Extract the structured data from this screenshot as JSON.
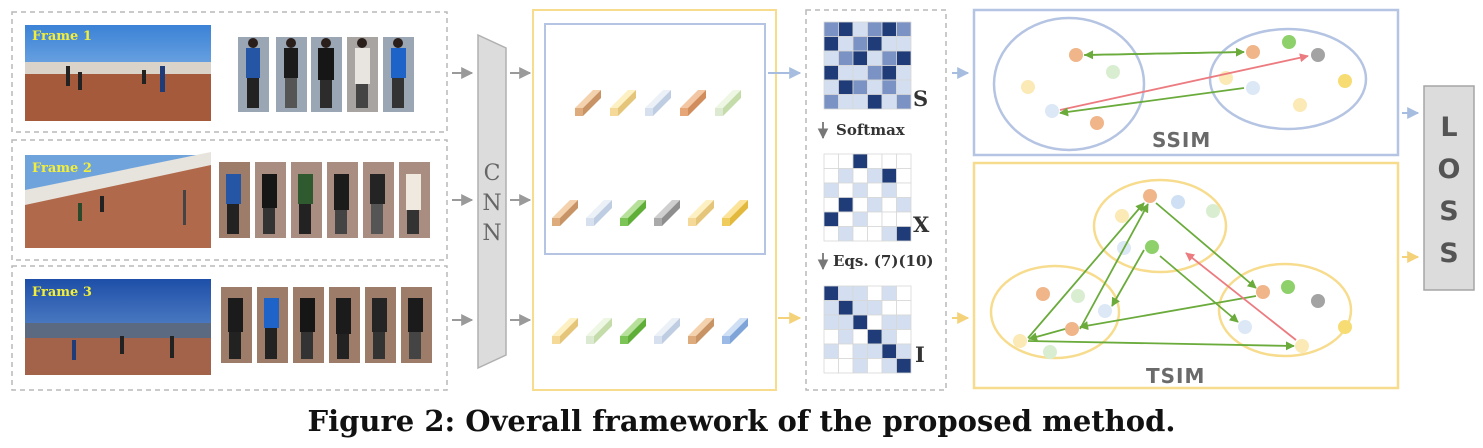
{
  "frames": [
    {
      "label": "Frame 1",
      "person_count": 5
    },
    {
      "label": "Frame 2",
      "person_count": 6
    },
    {
      "label": "Frame 3",
      "person_count": 6
    }
  ],
  "cnn": {
    "letters": [
      "C",
      "N",
      "N"
    ]
  },
  "matrices": {
    "s_label": "S",
    "softmax_label": "Softmax",
    "x_label": "X",
    "eqs_label": "Eqs. (7)(10)",
    "i_label": "I"
  },
  "modules": {
    "ssim": "SSIM",
    "tsim": "TSIM"
  },
  "loss": {
    "letters": [
      "L",
      "O",
      "S",
      "S"
    ]
  },
  "caption": "Figure 2: Overall framework of the proposed method.",
  "colors": {
    "blue_box": "#b4c4e2",
    "yellow_box": "#f7dc8e",
    "green_arrow": "#6aab3c",
    "red_arrow": "#ec7b80",
    "matrix_dark": "#1f3c78",
    "matrix_mid": "#7b93c4",
    "matrix_light": "#d3def1",
    "node_orange": "#f0b589",
    "node_green": "#8ed06a",
    "node_yellow": "#f6dc72",
    "node_paleyellow": "#fbeab6",
    "node_paleblue": "#dde8f6",
    "node_palegreen": "#d9eed1",
    "node_grey": "#a3a3a3"
  }
}
